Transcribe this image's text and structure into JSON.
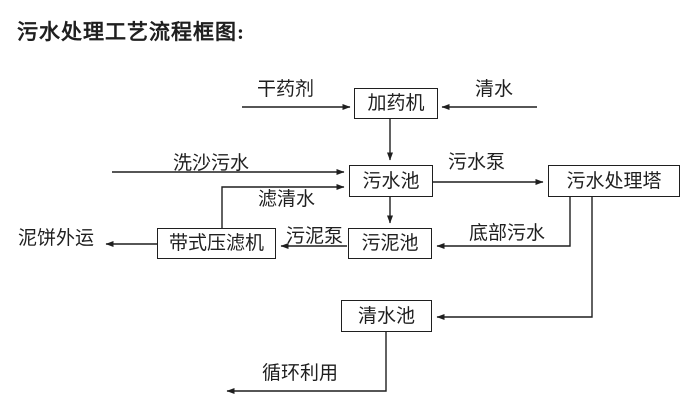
{
  "title": "污水处理工艺流程框图:",
  "nodes": {
    "dosing_machine": "加药机",
    "sewage_pool": "污水池",
    "treatment_tower": "污水处理塔",
    "belt_filter_press": "带式压滤机",
    "sludge_pool": "污泥池",
    "clean_water_pool": "清水池"
  },
  "edge_labels": {
    "dry_chemical": "干药剂",
    "clean_water": "清水",
    "sand_washing_sewage": "洗沙污水",
    "filtered_water": "滤清水",
    "sewage_pump": "污水泵",
    "sludge_pump": "污泥泵",
    "bottom_sewage": "底部污水",
    "mud_cake_out": "泥饼外运",
    "recycling": "循环利用"
  },
  "colors": {
    "ink": "#1f1f1f",
    "background": "#ffffff"
  }
}
